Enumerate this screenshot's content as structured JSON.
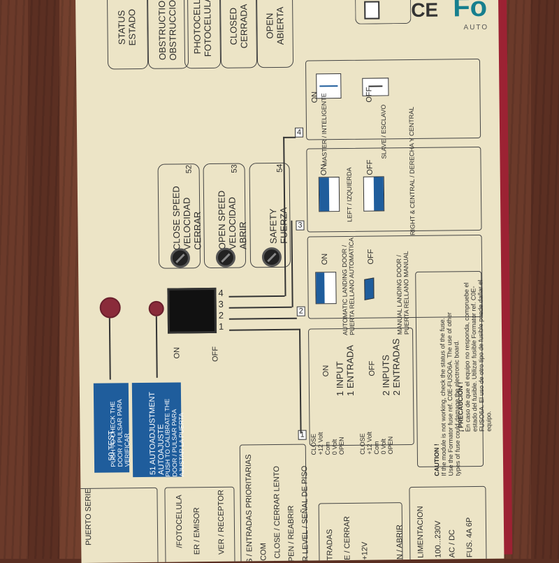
{
  "status_leds": [
    {
      "en": "STATUS",
      "es": "ESTADO"
    },
    {
      "en": "OBSTRUCTION",
      "es": "OBSTRUCCION"
    },
    {
      "en": "PHOTOCELL",
      "es": "FOTOCELULA"
    },
    {
      "en": "CLOSED",
      "es": "CERRADA"
    },
    {
      "en": "OPEN",
      "es": "ABIERTA"
    }
  ],
  "brand": {
    "text": "Fo",
    "sub": "AUTO",
    "ce": "CE"
  },
  "trimmers": [
    {
      "num": "52",
      "en": "CLOSE SPEED",
      "es1": "VELOCIDAD",
      "es2": "CERRAR"
    },
    {
      "num": "53",
      "en": "OPEN SPEED",
      "es1": "VELOCIDAD",
      "es2": "ABRIR"
    },
    {
      "num": "54",
      "en": "SAFETY",
      "es1": "FUERZA",
      "es2": ""
    }
  ],
  "dip": {
    "numbers": [
      "1",
      "2",
      "3",
      "4"
    ],
    "on": "ON",
    "off": "OFF",
    "sw4": {
      "on": "ON",
      "off": "OFF",
      "left": "MASTER / INTELIGENTE",
      "right": "SLAVE / ESCLAVO",
      "tag": "4"
    },
    "sw3": {
      "on": "ON",
      "off": "OFF",
      "left": "LEFT / IZQUIERDA",
      "right": "RIGHT & CENTRAL / DERECHA Y CENTRAL",
      "tag": "3"
    },
    "sw2": {
      "on": "ON",
      "off": "OFF",
      "left": "AUTOMATIC LANDING DOOR / PUERTA RELLANO AUTOMATICA",
      "right": "MANUAL LANDING DOOR / PUERTA RELLANO MANUAL",
      "tag": "2"
    },
    "sw1": {
      "on": "ON",
      "off": "OFF",
      "in1": "1 INPUT",
      "in1es": "1 ENTRADA",
      "in2": "2 INPUTS",
      "in2es": "2 ENTRADAS",
      "tag": "1",
      "rows": [
        "CLOSE",
        "+12 Volt",
        "Com",
        "0 Volt",
        "OPEN"
      ]
    }
  },
  "buttons": {
    "test": {
      "num": "50",
      "label": "TEST",
      "desc": "PUSH TO CHECK THE DOOR / PULSAR PARA VERIFICAR"
    },
    "auto": {
      "num": "51",
      "label": "AUTOADJUSTMENT",
      "es": "AUTOAJUSTE",
      "desc": "PUSH TO CALIBRATE THE DOOR / PULSAR PARA AJUSTAR LA PUERTA"
    }
  },
  "caution": {
    "en_title": "CAUTION !",
    "en_body": "If the module is not working, check the status of the fuse. Use the Formator fuse ref. C0E-FUSO6A. The use of other types of fuse could damage the electronic board.",
    "es_title": "¡ PRECAUCIÓN !",
    "es_body": "En caso de que el equipo no responda, compruebe el estado del fusible. Utilizar fusible Formator ref. C0E-FUSO6A. El uso de otro tipo de fusible puede dañar el equipo."
  },
  "bottom": {
    "serial": "PUERTO SERIE",
    "photocell": "/FOTOCELULA",
    "emitter": "ER / EMISOR",
    "receiver": "VER / RECEPTOR",
    "priority": "TS / ENTRADAS PRIORITARIAS",
    "vcom": "V COM",
    "slow": "W CLOSE / CERRAR LENTO",
    "reopen": "OPEN / REABRIR",
    "floor": "OR LEVEL / SEÑAL DE PISO",
    "inputs": "TRADAS",
    "close": "E / CERRAR",
    "v12": "+12V",
    "abrir": "N / ABRIR",
    "power": "LIMENTACION",
    "volts": "100...230V",
    "acdc": "AC / DC",
    "fus": "FUS. 4A 6P"
  }
}
